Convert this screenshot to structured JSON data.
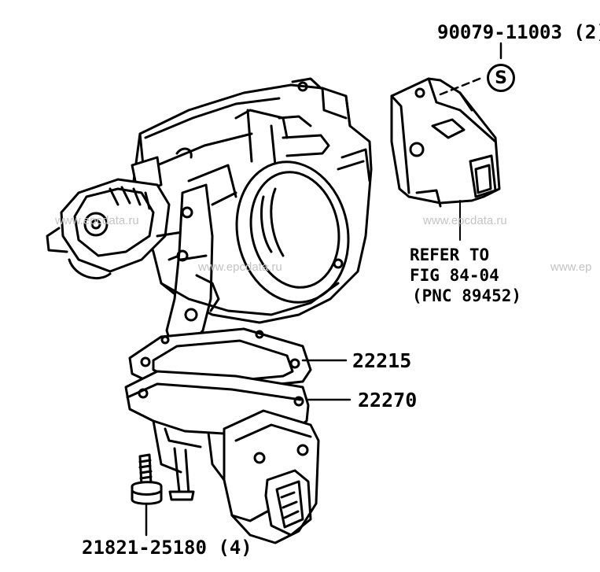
{
  "callouts": {
    "bolt_top": "90079-11003 (2)",
    "gasket": "22215",
    "throttle_body": "22270",
    "screw_bottom": "21821-25180 (4)"
  },
  "reference": {
    "line1": "REFER TO",
    "line2": "FIG 84-04",
    "line3": "(PNC 89452)"
  },
  "symbol": {
    "label": "S"
  },
  "watermarks": {
    "w1": "www.epcdata.ru",
    "w2": "www.epcdata.ru",
    "w3": "www.epcdata.ru",
    "w4": "www.ep"
  }
}
